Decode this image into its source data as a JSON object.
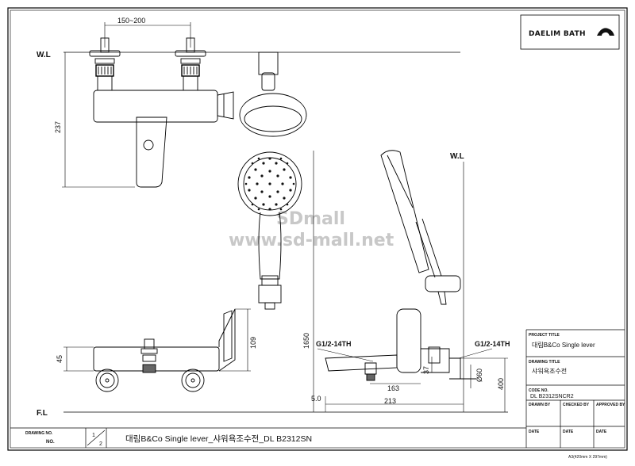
{
  "brand": {
    "logo_text": "DAELIM BATH"
  },
  "watermark": {
    "line1": "SDmall",
    "line2": "www.sd-mall.net"
  },
  "dimensions": {
    "top_span": "150~200",
    "wl_left": "W.L",
    "wl_right": "W.L",
    "fl": "F.L",
    "height_237": "237",
    "height_1650": "1650",
    "height_109": "109",
    "height_45": "45",
    "thread_left": "G1/2-14TH",
    "thread_right": "G1/2-14TH",
    "d37": "37",
    "d163": "163",
    "d213": "213",
    "d5": "5.0",
    "d400": "400",
    "phi60": "Ø60"
  },
  "title_block": {
    "project_title_label": "PROJECT TITLE",
    "project_title_value": "대림B&Co Single lever",
    "drawing_title_label": "DRAWING TITLE",
    "drawing_title_value": "샤워욕조수전",
    "code_no_label": "CODE NO.",
    "code_no_value": "DL B2312SNCR2",
    "drawn_by_label": "DRAWN BY",
    "checked_by_label": "CHECKED BY",
    "approved_by_label": "APPROVED BY",
    "date_label_1": "DATE",
    "date_label_2": "DATE",
    "date_label_3": "DATE"
  },
  "bottom_strip": {
    "drawing_no_label": "DRAWING NO.",
    "no_label": "NO.",
    "sheet_num": "1",
    "sheet_den": "2",
    "drawing_name": "대림B&Co Single lever_샤워욕조수전_DL B2312SN"
  },
  "paper_size": "A3(420mm X 297mm)"
}
